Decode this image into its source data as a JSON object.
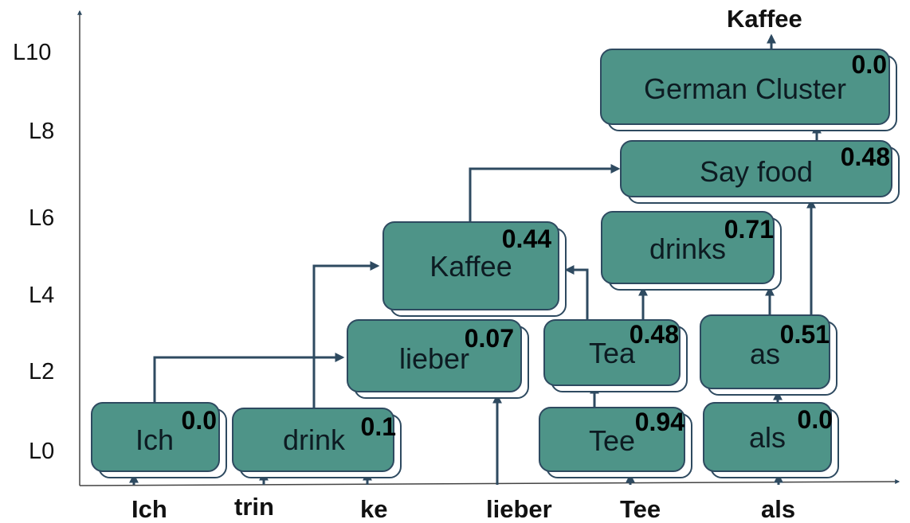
{
  "levels": [
    "L10",
    "L8",
    "L6",
    "L4",
    "L2",
    "L0"
  ],
  "tokens": [
    "Ich",
    "trin",
    "ke",
    "lieber",
    "Tee",
    "als"
  ],
  "output_token": "Kaffee",
  "nodes": [
    {
      "id": "ich",
      "label": "Ich",
      "score": "0.0"
    },
    {
      "id": "drink",
      "label": "drink",
      "score": "0.1"
    },
    {
      "id": "lieber",
      "label": "lieber",
      "score": "0.07"
    },
    {
      "id": "kaffee",
      "label": "Kaffee",
      "score": "0.44"
    },
    {
      "id": "tee",
      "label": "Tee",
      "score": "0.94"
    },
    {
      "id": "tea",
      "label": "Tea",
      "score": "0.48"
    },
    {
      "id": "als",
      "label": "als",
      "score": "0.0"
    },
    {
      "id": "as",
      "label": "as",
      "score": "0.51"
    },
    {
      "id": "drinks",
      "label": "drinks",
      "score": "0.71"
    },
    {
      "id": "say-food",
      "label": "Say food",
      "score": "0.48"
    },
    {
      "id": "german-cluster",
      "label": "German Cluster",
      "score": "0.0"
    }
  ],
  "colors": {
    "node_fill": "#4e9488",
    "edge": "#2e4a60"
  }
}
